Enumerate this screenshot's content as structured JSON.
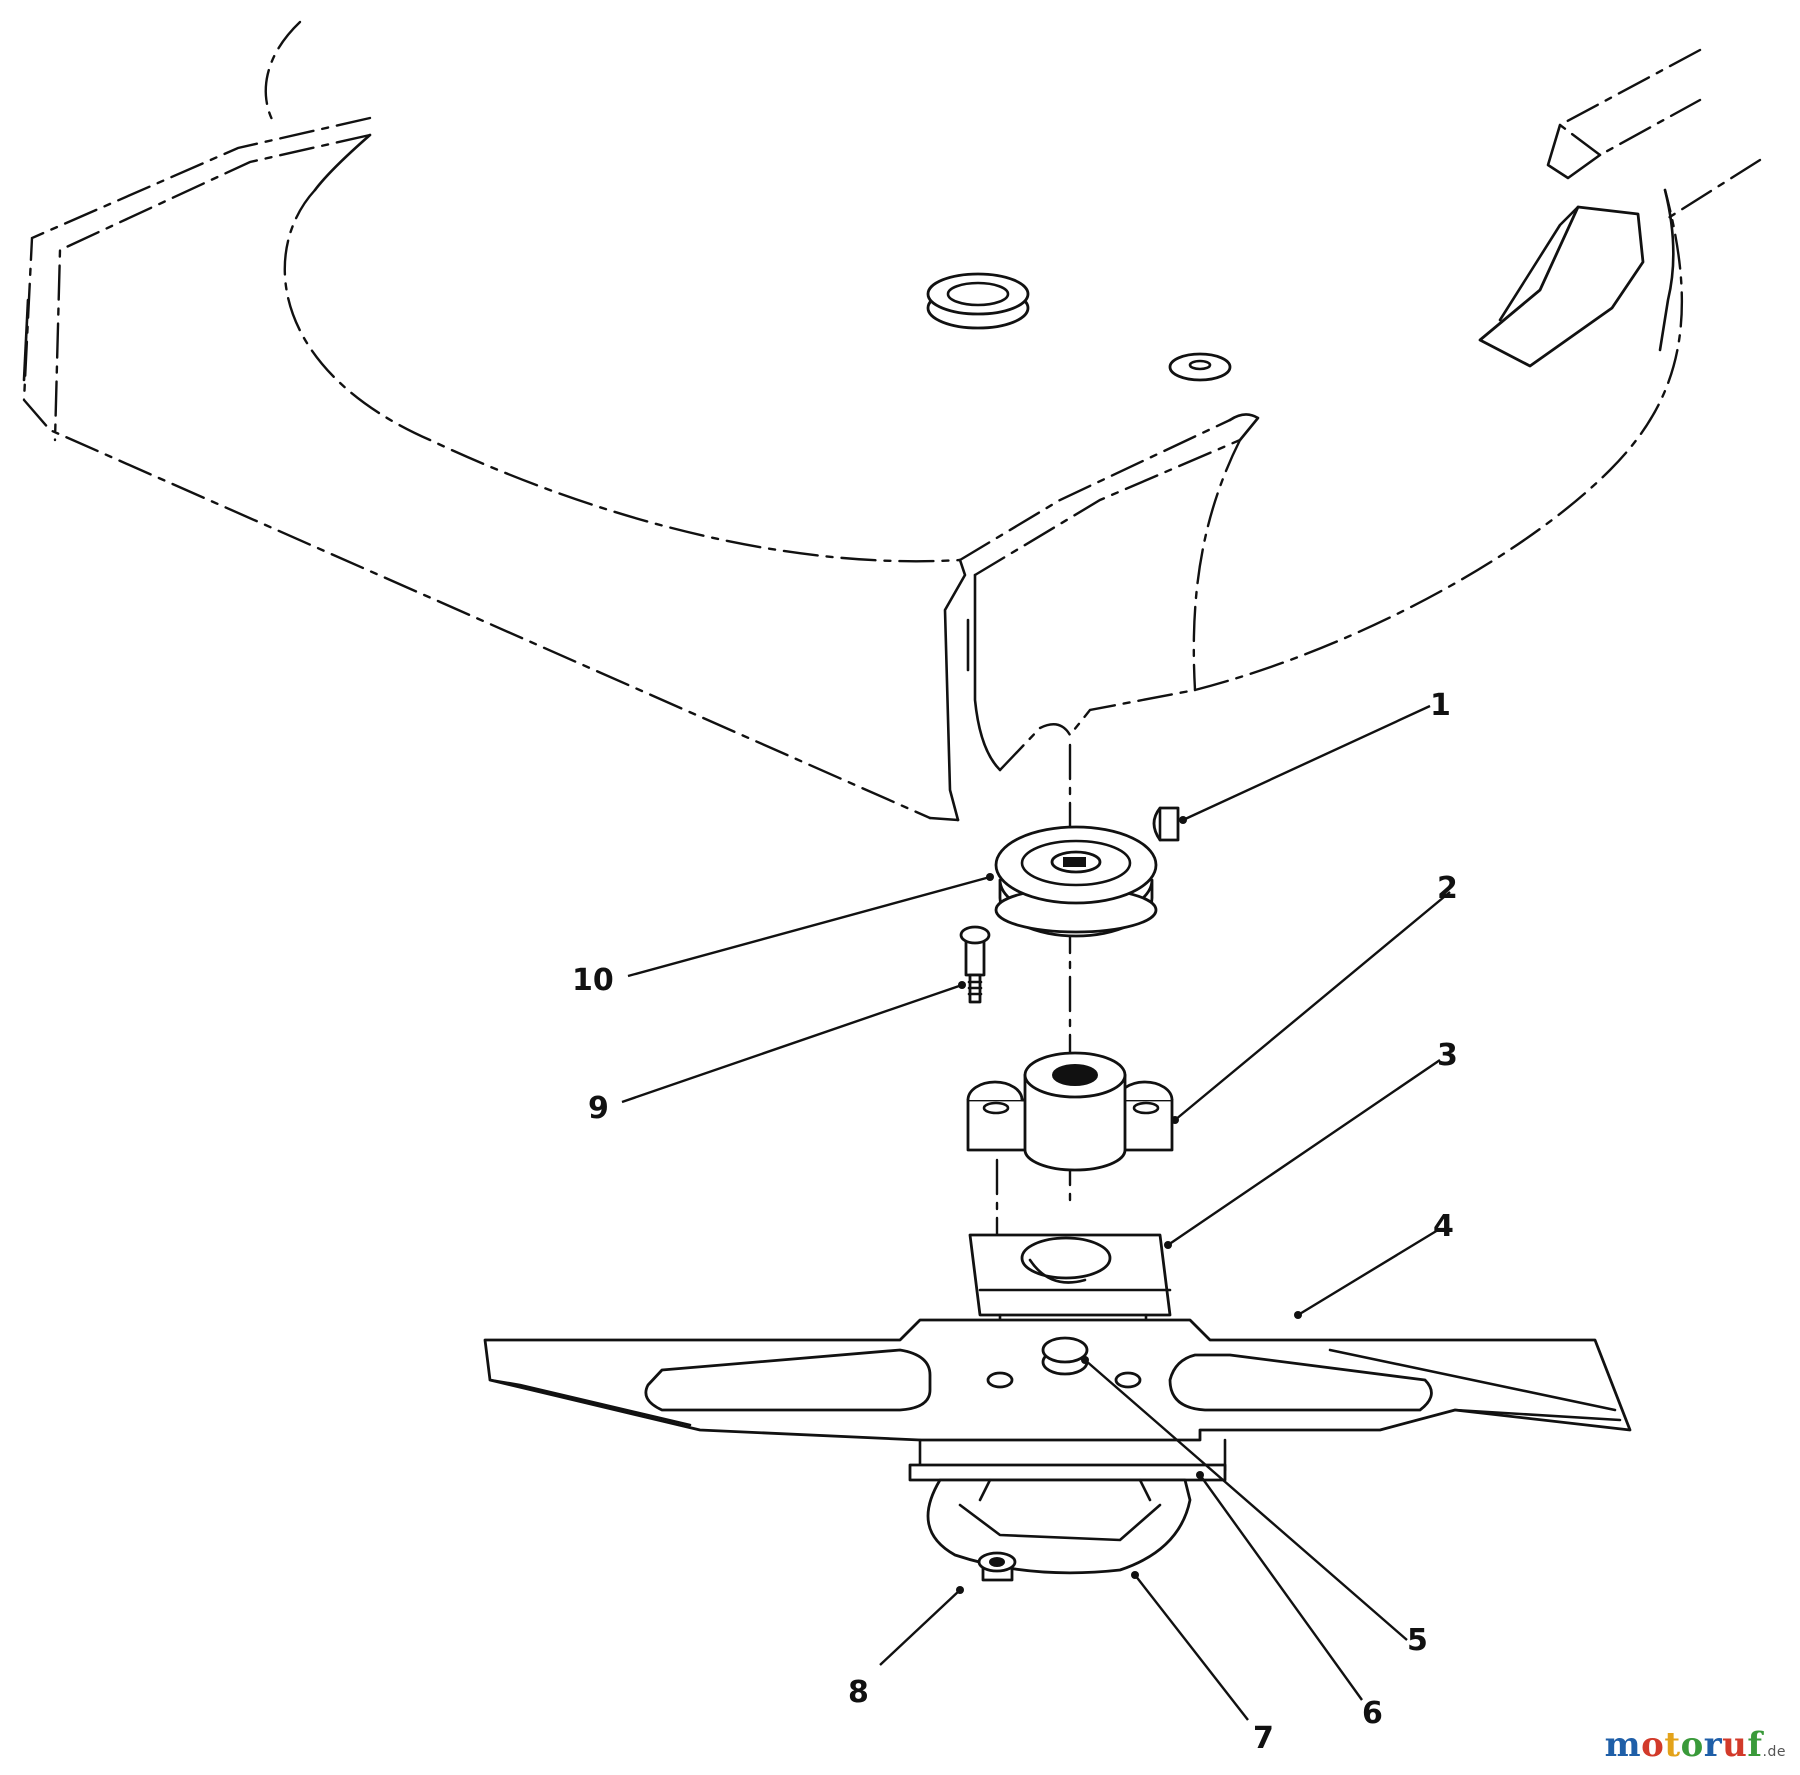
{
  "callouts": [
    {
      "id": "1",
      "label": "1"
    },
    {
      "id": "2",
      "label": "2"
    },
    {
      "id": "3",
      "label": "3"
    },
    {
      "id": "4",
      "label": "4"
    },
    {
      "id": "5",
      "label": "5"
    },
    {
      "id": "6",
      "label": "6"
    },
    {
      "id": "7",
      "label": "7"
    },
    {
      "id": "8",
      "label": "8"
    },
    {
      "id": "9",
      "label": "9"
    },
    {
      "id": "10",
      "label": "10"
    }
  ],
  "watermark": {
    "brand": [
      "m",
      "o",
      "t",
      "o",
      "r",
      "u",
      "f"
    ],
    "tld": ".de"
  }
}
